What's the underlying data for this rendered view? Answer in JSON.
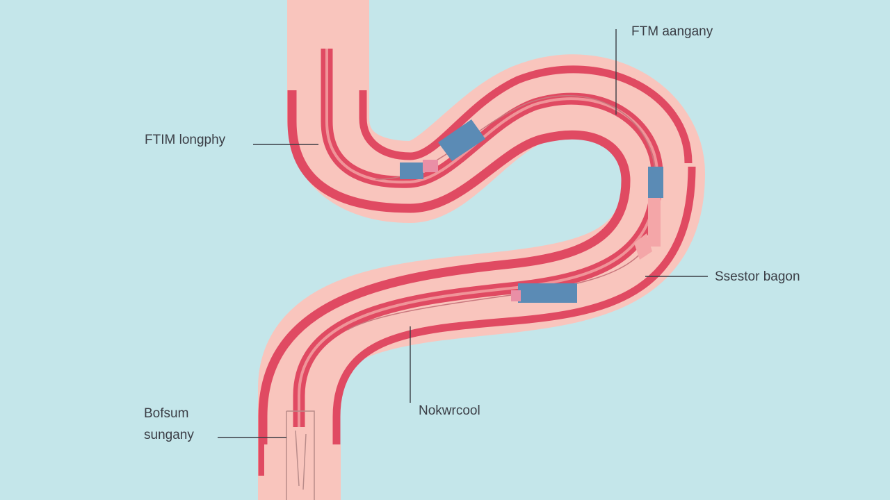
{
  "colors": {
    "background": "#c4e6ea",
    "vessel_fill": "#f9c5bd",
    "vessel_wall": "#e04a62",
    "stent_blue": "#5b8bb5",
    "stent_pink": "#e98fa6",
    "leader_line": "#3a3d45",
    "label_text": "#3a3d45"
  },
  "labels": {
    "top_right": "FTM aangany",
    "left": "FTIM longphy",
    "right": "Ssestor bagon",
    "bottom_center": "Nokwrcool",
    "bottom_left_line1": "Bofsum",
    "bottom_left_line2": "sungany"
  }
}
